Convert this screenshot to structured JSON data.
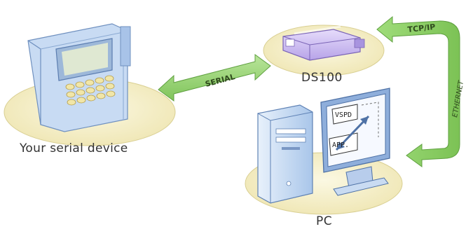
{
  "labels": {
    "serial_device": "Your serial device",
    "ds100": "DS100",
    "pc": "PC"
  },
  "arrows": {
    "serial": "SERIAL",
    "tcpip": "TCP/IP",
    "ethernet": "ETHERNET"
  },
  "screen": {
    "vspd": "VSPD",
    "app": "APP."
  },
  "colors": {
    "arrow_green": "#8fcf6a",
    "platform_fill": "#f7f2cf",
    "device_blue": "#b9d3f2",
    "ds100_purple": "#cdbcf0",
    "text": "#333333"
  }
}
